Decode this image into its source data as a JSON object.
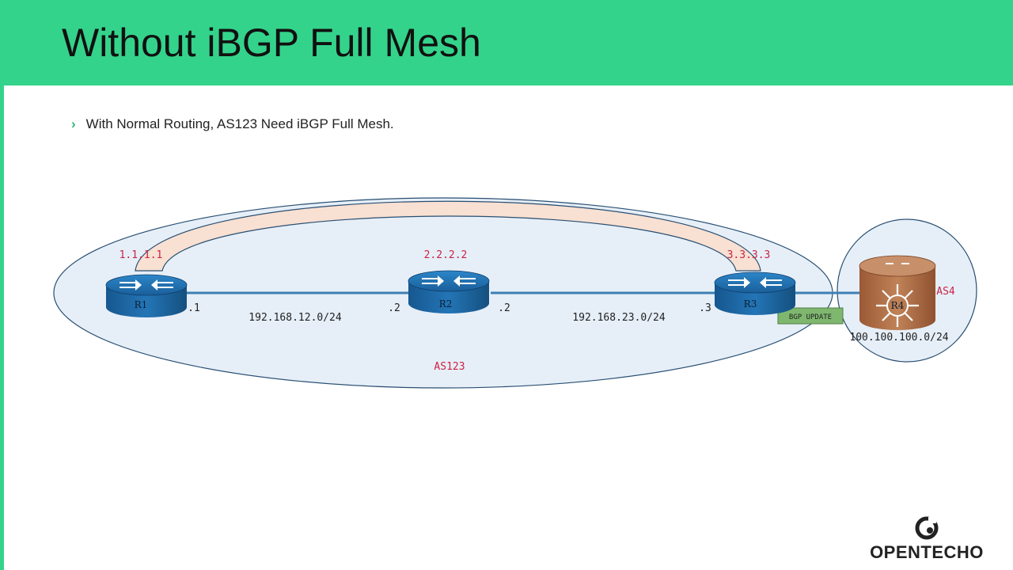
{
  "slide": {
    "title": "Without iBGP Full Mesh",
    "bullet": "With Normal Routing, AS123 Need iBGP Full Mesh."
  },
  "diagram": {
    "routers": [
      {
        "name": "R1",
        "router_id": "1.1.1.1",
        "interfaces": [
          ".1"
        ]
      },
      {
        "name": "R2",
        "router_id": "2.2.2.2",
        "interfaces": [
          ".2",
          ".2"
        ]
      },
      {
        "name": "R3",
        "router_id": "3.3.3.3",
        "interfaces": [
          ".3"
        ]
      },
      {
        "name": "R4"
      }
    ],
    "links": [
      {
        "subnet": "192.168.12.0/24"
      },
      {
        "subnet": "192.168.23.0/24"
      }
    ],
    "as_labels": {
      "as123": "AS123",
      "as4": "AS4"
    },
    "external_network": "100.100.100.0/24",
    "update_box": "BGP UPDATE"
  },
  "logo": {
    "text": "OPENTECHO"
  },
  "colors": {
    "header": "#34d38b",
    "as_area": "#e6eff8",
    "ibgp_session": "#f8e0d2",
    "router_blue": "#1f6fb0",
    "router_r4": "#b06f47",
    "label_red": "#cc2244",
    "update_box": "#7fb76f"
  }
}
